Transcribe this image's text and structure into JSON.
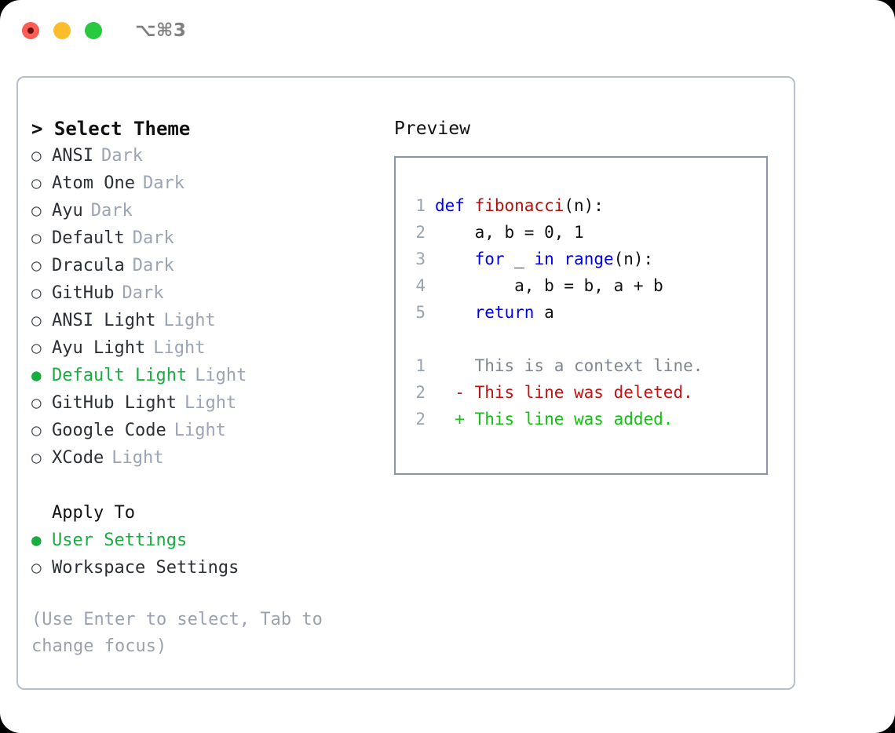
{
  "window": {
    "shortcut": "⌥⌘3",
    "traffic_lights": [
      {
        "name": "close",
        "color": "#fa5e55"
      },
      {
        "name": "minimize",
        "color": "#fdbc2c"
      },
      {
        "name": "maximize",
        "color": "#28c840"
      }
    ]
  },
  "theme_picker": {
    "header": "> Select Theme",
    "prompt_symbol": ">",
    "bullet_selected": "●",
    "bullet_unselected": "○",
    "selected_color": "#17ad3f",
    "items": [
      {
        "bullet": "○",
        "name": "ANSI",
        "kind": "Dark",
        "selected": false
      },
      {
        "bullet": "○",
        "name": "Atom One",
        "kind": "Dark",
        "selected": false
      },
      {
        "bullet": "○",
        "name": "Ayu",
        "kind": "Dark",
        "selected": false
      },
      {
        "bullet": "○",
        "name": "Default",
        "kind": "Dark",
        "selected": false
      },
      {
        "bullet": "○",
        "name": "Dracula",
        "kind": "Dark",
        "selected": false
      },
      {
        "bullet": "○",
        "name": "GitHub",
        "kind": "Dark",
        "selected": false
      },
      {
        "bullet": "○",
        "name": "ANSI Light",
        "kind": "Light",
        "selected": false
      },
      {
        "bullet": "○",
        "name": "Ayu Light",
        "kind": "Light",
        "selected": false
      },
      {
        "bullet": "●",
        "name": "Default Light",
        "kind": "Light",
        "selected": true
      },
      {
        "bullet": "○",
        "name": "GitHub Light",
        "kind": "Light",
        "selected": false
      },
      {
        "bullet": "○",
        "name": "Google Code",
        "kind": "Light",
        "selected": false
      },
      {
        "bullet": "○",
        "name": "XCode",
        "kind": "Light",
        "selected": false
      }
    ]
  },
  "apply_to": {
    "header": "Apply To",
    "items": [
      {
        "bullet": "●",
        "name": "User Settings",
        "selected": true
      },
      {
        "bullet": "○",
        "name": "Workspace Settings",
        "selected": false
      }
    ]
  },
  "hint": "(Use Enter to select, Tab to change focus)",
  "preview": {
    "title": "Preview",
    "code_lines": [
      {
        "lineno": "1",
        "tokens": [
          {
            "text": "def ",
            "type": "kw"
          },
          {
            "text": "fibonacci",
            "type": "fn"
          },
          {
            "text": "(n):",
            "type": "plain"
          }
        ]
      },
      {
        "lineno": "2",
        "tokens": [
          {
            "text": "    a, b = 0, 1",
            "type": "plain"
          }
        ]
      },
      {
        "lineno": "3",
        "tokens": [
          {
            "text": "    ",
            "type": "plain"
          },
          {
            "text": "for",
            "type": "kw"
          },
          {
            "text": " _ ",
            "type": "plain"
          },
          {
            "text": "in",
            "type": "kw"
          },
          {
            "text": " ",
            "type": "plain"
          },
          {
            "text": "range",
            "type": "kw"
          },
          {
            "text": "(n):",
            "type": "plain"
          }
        ]
      },
      {
        "lineno": "4",
        "tokens": [
          {
            "text": "        a, b = b, a + b",
            "type": "plain"
          }
        ]
      },
      {
        "lineno": "5",
        "tokens": [
          {
            "text": "    ",
            "type": "plain"
          },
          {
            "text": "return",
            "type": "kw"
          },
          {
            "text": " a",
            "type": "plain"
          }
        ]
      }
    ],
    "diff_lines": [
      {
        "lineno": "1",
        "marker": " ",
        "text": "This is a context line.",
        "type": "ctx"
      },
      {
        "lineno": "2",
        "marker": "-",
        "text": "This line was deleted.",
        "type": "del"
      },
      {
        "lineno": "2",
        "marker": "+",
        "text": "This line was added.",
        "type": "add"
      }
    ]
  }
}
